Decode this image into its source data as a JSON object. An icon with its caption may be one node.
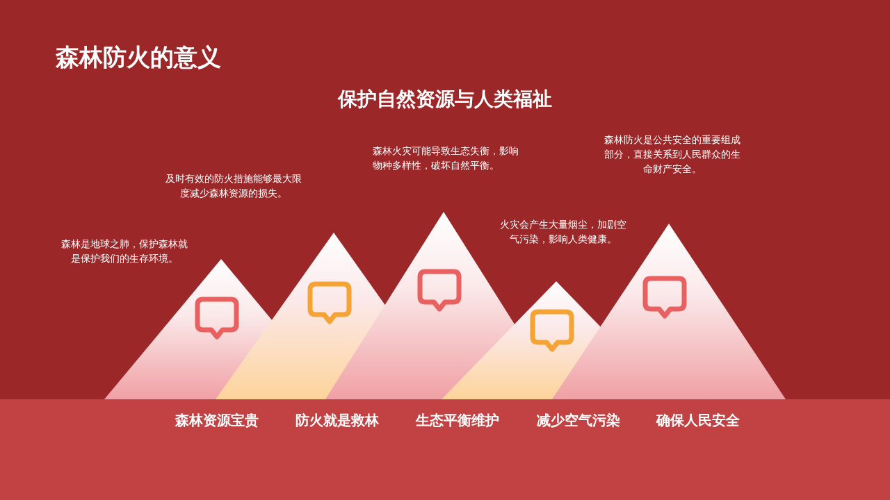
{
  "diagram": {
    "title": "森林防火的意义",
    "nodes": [
      {
        "text": [
          "森林资源宝贵"
        ]
      },
      {
        "text": [
          "防火就是救林"
        ]
      },
      {
        "text": [
          "生态平衡维护"
        ]
      },
      {
        "text": [
          "减少空气污染"
        ]
      },
      {
        "text": [
          "确保人民安全"
        ]
      }
    ],
    "labels": [
      "保护自然资源与人类福祉",
      "森林防火是公共安全的重要组成部分，直接关系到人民群众的生命财产安全。",
      "森林火灾可能导致生态失衡，影响物种多样性，破坏自然平衡。",
      "及时有效的防火措施能够最大限度减少森林资源的损失。",
      "火灾会产生大量烟尘，加剧空气污染，影响人类健康。",
      "森林是地球之肺，保护森林就是保护我们的生存环境。"
    ]
  }
}
